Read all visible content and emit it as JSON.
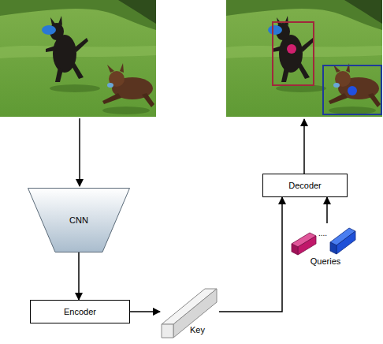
{
  "diagram": {
    "nodes": [
      {
        "text": [
          "CNN"
        ]
      },
      {
        "text": [
          "Encoder"
        ]
      },
      {
        "text": [
          "Key"
        ]
      },
      {
        "text": [
          "Decoder"
        ]
      },
      {
        "text": [
          "Queries"
        ]
      }
    ],
    "edges": [
      {
        "from": 0,
        "to": 1,
        "arrow": "to"
      },
      {
        "from": 1,
        "to": 2,
        "arrow": "to"
      },
      {
        "from": 2,
        "to": 3,
        "arrow": "to"
      },
      {
        "from": 4,
        "to": 3,
        "arrow": "to"
      }
    ],
    "labels": [
      "...."
    ]
  }
}
